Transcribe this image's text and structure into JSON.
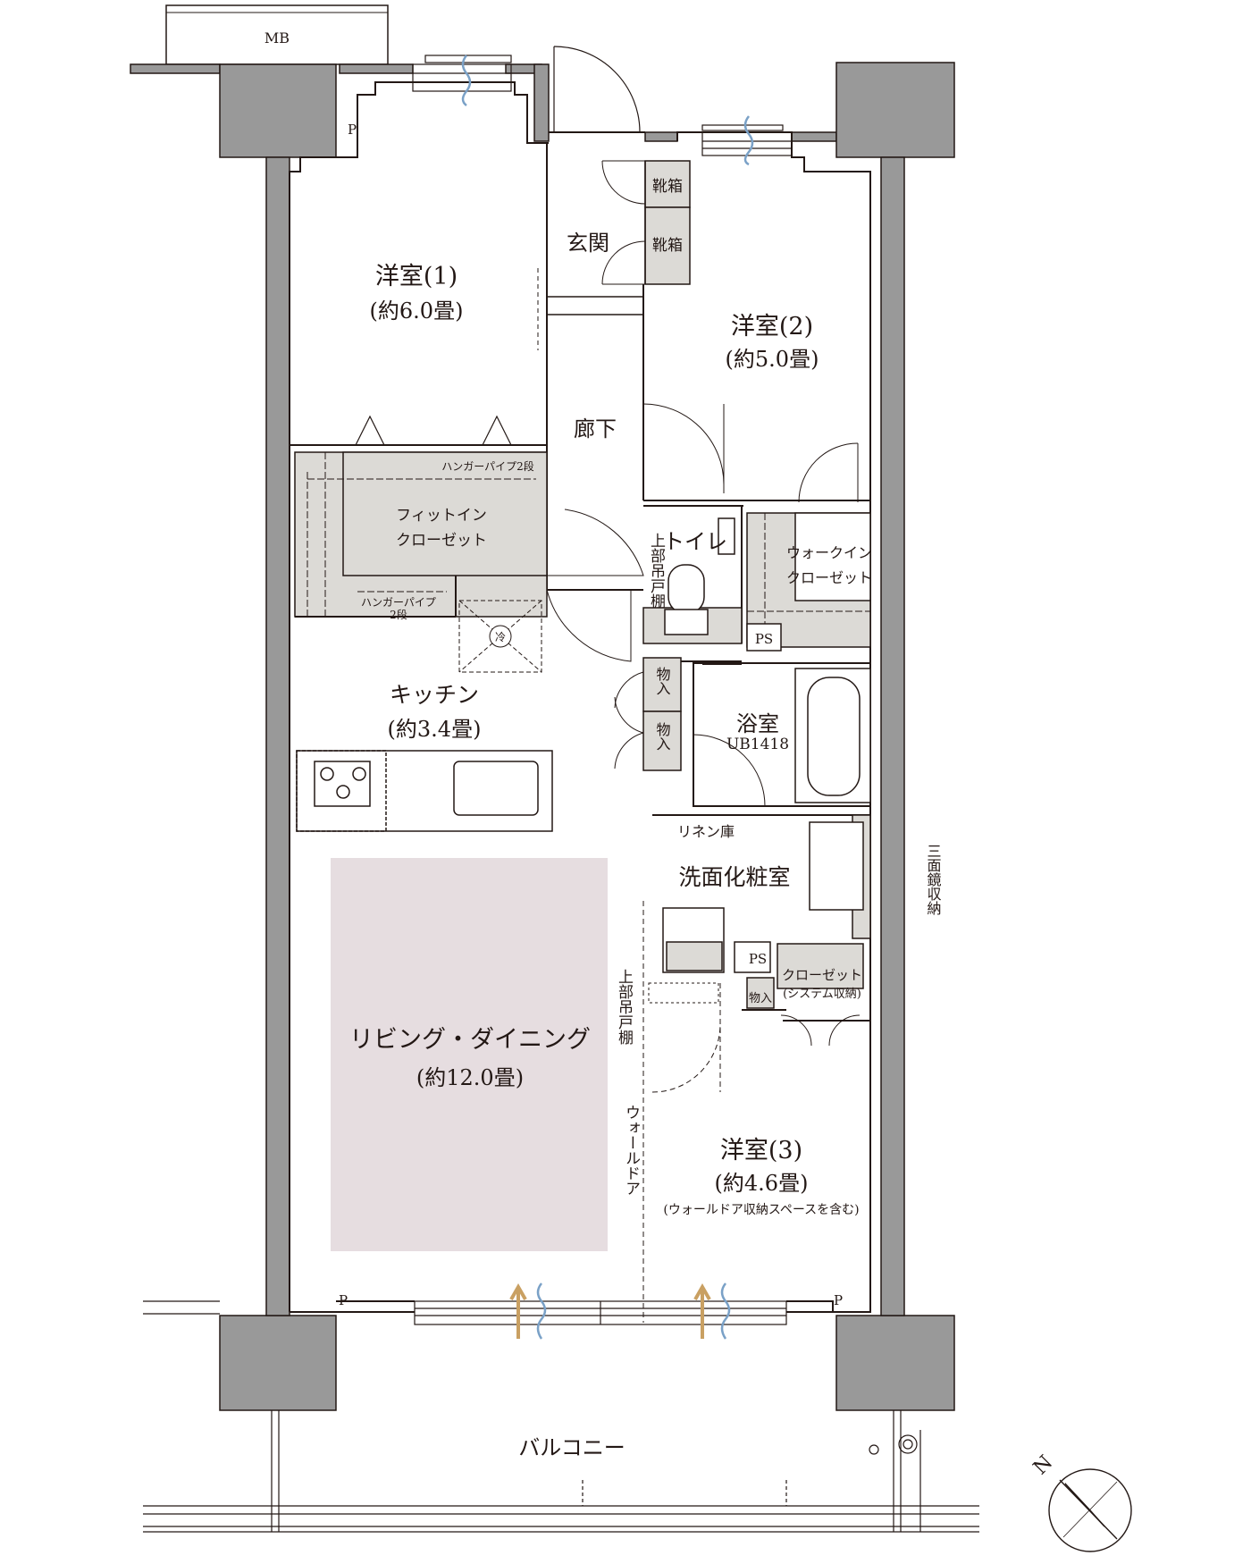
{
  "labels": {
    "mb": "MB",
    "p": "P",
    "genkan": "玄関",
    "shoe_box": "靴箱",
    "room1_name": "洋室(1)",
    "room1_size": "(約6.0畳)",
    "room2_name": "洋室(2)",
    "room2_size": "(約5.0畳)",
    "corridor": "廊下",
    "hanger_pipe_upper": "ハンガーパイプ2段",
    "fit_in_closet_1": "フィットイン",
    "fit_in_closet_2": "クローゼット",
    "hanger_pipe_lower_1": "ハンガーパイプ",
    "hanger_pipe_lower_2": "2段",
    "toilet": "トイレ",
    "upper_shelf_1": "上部吊戸棚",
    "walk_in_1": "ウォークイン",
    "walk_in_2": "クローゼット",
    "ps": "PS",
    "fridge": "冷",
    "storage": "物入",
    "kitchen_name": "キッチン",
    "kitchen_size": "(約3.4畳)",
    "bath_name": "浴室",
    "bath_code": "UB1418",
    "linen": "リネン庫",
    "washroom": "洗面化粧室",
    "mirror_storage": "三面鏡収納",
    "closet_system_1": "クローゼット",
    "closet_system_2": "(システム収納)",
    "upper_shelf_2": "上部吊戸棚",
    "wall_door": "ウォールドア",
    "living_name": "リビング・ダイニング",
    "living_size": "(約12.0畳)",
    "room3_name": "洋室(3)",
    "room3_size": "(約4.6畳)",
    "room3_note": "(ウォールドア収納スペースを含む)",
    "balcony": "バルコニー",
    "north": "N"
  },
  "colors": {
    "wall": "#999999",
    "wall_stroke": "#231815",
    "living_fill": "#e6dde0",
    "storage_fill": "#dcdad6",
    "arrow_gold": "#c9a062",
    "arrow_blue": "#7aa1c7"
  }
}
